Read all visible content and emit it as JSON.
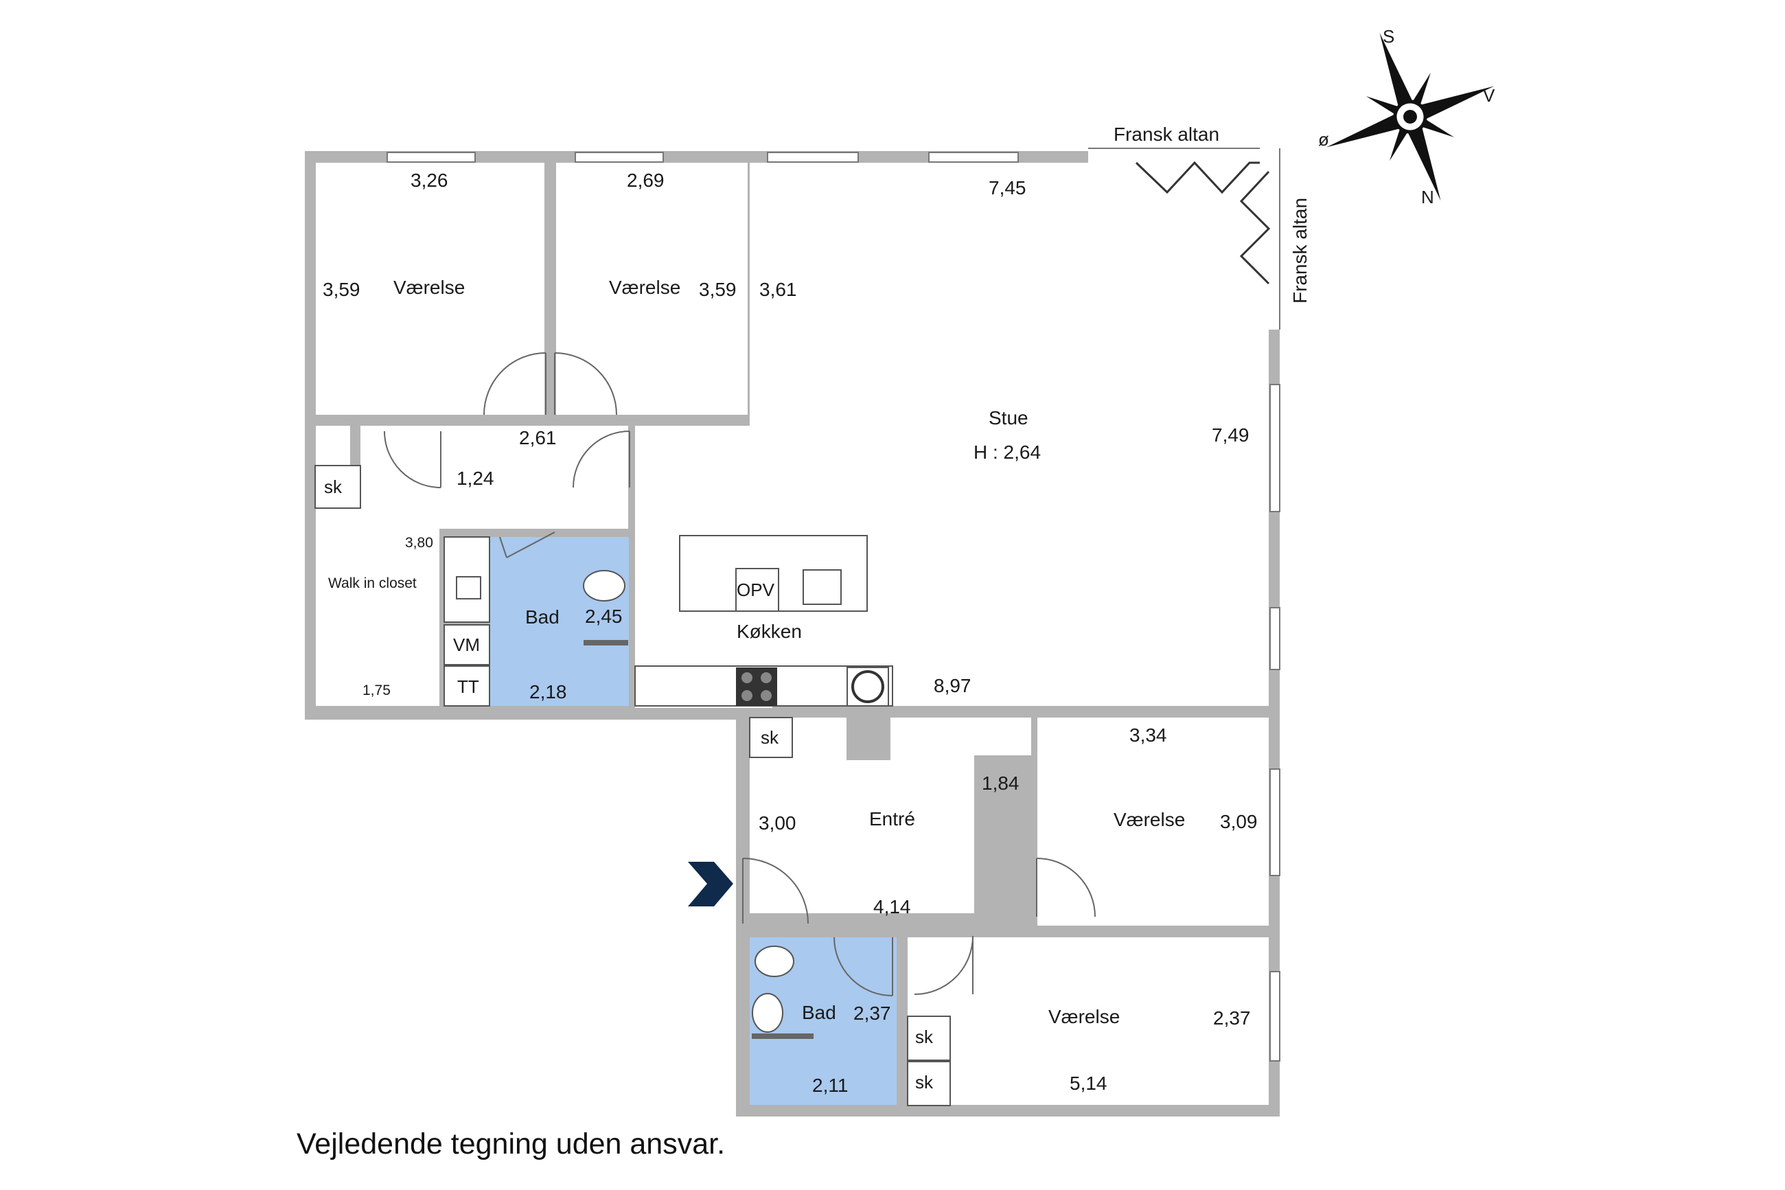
{
  "rooms": {
    "bedroom1": {
      "name": "Værelse",
      "width": "3,26",
      "depth": "3,59"
    },
    "bedroom2": {
      "name": "Værelse",
      "width": "2,69",
      "depth": "3,59"
    },
    "hall": {
      "width": "2,61",
      "depth": "1,24"
    },
    "walkin": {
      "name": "Walk in closet",
      "depth": "3,80",
      "width": "1,75",
      "closet": "sk"
    },
    "bath1": {
      "name": "Bad",
      "depth": "2,45",
      "width": "2,18",
      "washer": "VM",
      "dryer": "TT"
    },
    "living": {
      "name": "Stue",
      "height": "H : 2,64",
      "width": "7,45",
      "depth": "7,49",
      "depth_left": "3,61",
      "depth_kitchen": "8,97"
    },
    "kitchen": {
      "name": "Køkken",
      "dishwasher": "OPV"
    },
    "entry": {
      "name": "Entré",
      "depth": "3,00",
      "width": "4,14",
      "corridor": "1,84",
      "closet": "sk"
    },
    "bedroom3": {
      "name": "Værelse",
      "width": "3,34",
      "depth": "3,09"
    },
    "bath2": {
      "name": "Bad",
      "depth": "2,37",
      "width": "2,11"
    },
    "bedroom4": {
      "name": "Værelse",
      "depth": "2,37",
      "width": "5,14",
      "closet1": "sk",
      "closet2": "sk"
    }
  },
  "balcony": {
    "top_label": "Fransk altan",
    "side_label": "Fransk altan"
  },
  "compass": {
    "south": "S",
    "west": "V",
    "east": "ø",
    "north": "N"
  },
  "disclaimer": "Vejledende tegning uden ansvar.",
  "colors": {
    "wall": "#b3b3b3",
    "bathroom": "#a9c9ee",
    "entrance_arrow": "#0f2a4a"
  }
}
